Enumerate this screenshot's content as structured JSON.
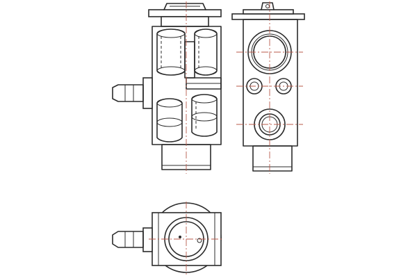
{
  "figure": {
    "subject": "expansion-valve",
    "views": [
      "front-view",
      "side-view",
      "top-view"
    ],
    "colors": {
      "outline": "#2b2b2b",
      "centerline": "#b85a4a",
      "background": "#ffffff"
    }
  }
}
